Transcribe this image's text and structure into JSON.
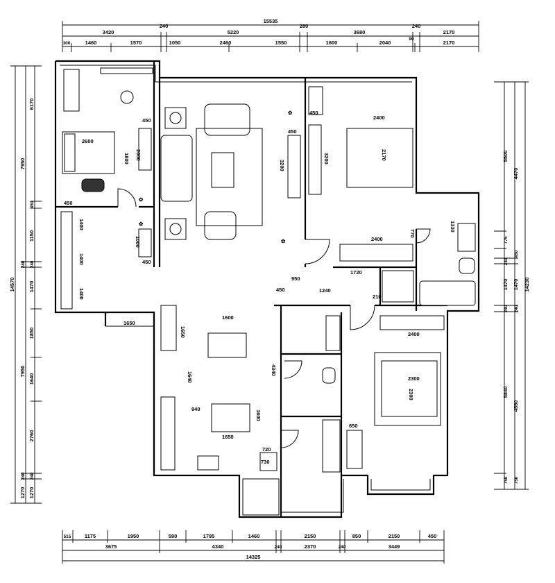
{
  "top_dims": {
    "total": "15535",
    "row2": [
      "3420",
      "240",
      "5220",
      "280",
      "3680",
      "240",
      "2170"
    ],
    "row3": [
      "300",
      "1460",
      "1570",
      "1050",
      "2460",
      "1550",
      "1600",
      "2040",
      "90",
      "2170"
    ]
  },
  "bottom_dims": {
    "row1": [
      "515",
      "1175",
      "1950",
      "590",
      "1795",
      "1460",
      "2150",
      "850",
      "2150",
      "450"
    ],
    "row2": [
      "3675",
      "4340",
      "240",
      "2370",
      "240",
      "3449"
    ],
    "total": "14325"
  },
  "left_dims": {
    "total": "14570",
    "mid": [
      "7950",
      "240",
      "7950",
      "240",
      "1270"
    ],
    "inner": [
      "6170",
      "450",
      "1150",
      "240",
      "1470",
      "1850",
      "1640",
      "2760",
      "240",
      "1270"
    ]
  },
  "right_dims": {
    "total": "14230",
    "mid": [
      "4470",
      "450",
      "1470",
      "240",
      "4550",
      "750"
    ],
    "inner": [
      "5500",
      "775",
      "240",
      "1470",
      "240",
      "5840",
      "750"
    ]
  },
  "interior_dims": [
    "2600",
    "1800",
    "2000",
    "450",
    "450",
    "1400",
    "1400",
    "1400",
    "1000",
    "450",
    "450",
    "3200",
    "2400",
    "3200",
    "2170",
    "450",
    "2400",
    "770",
    "1330",
    "1720",
    "950",
    "450",
    "1240",
    "210",
    "1650",
    "1650",
    "1640",
    "1600",
    "940",
    "1600",
    "1650",
    "720",
    "4340",
    "2400",
    "2300",
    "2300",
    "650",
    "730"
  ]
}
